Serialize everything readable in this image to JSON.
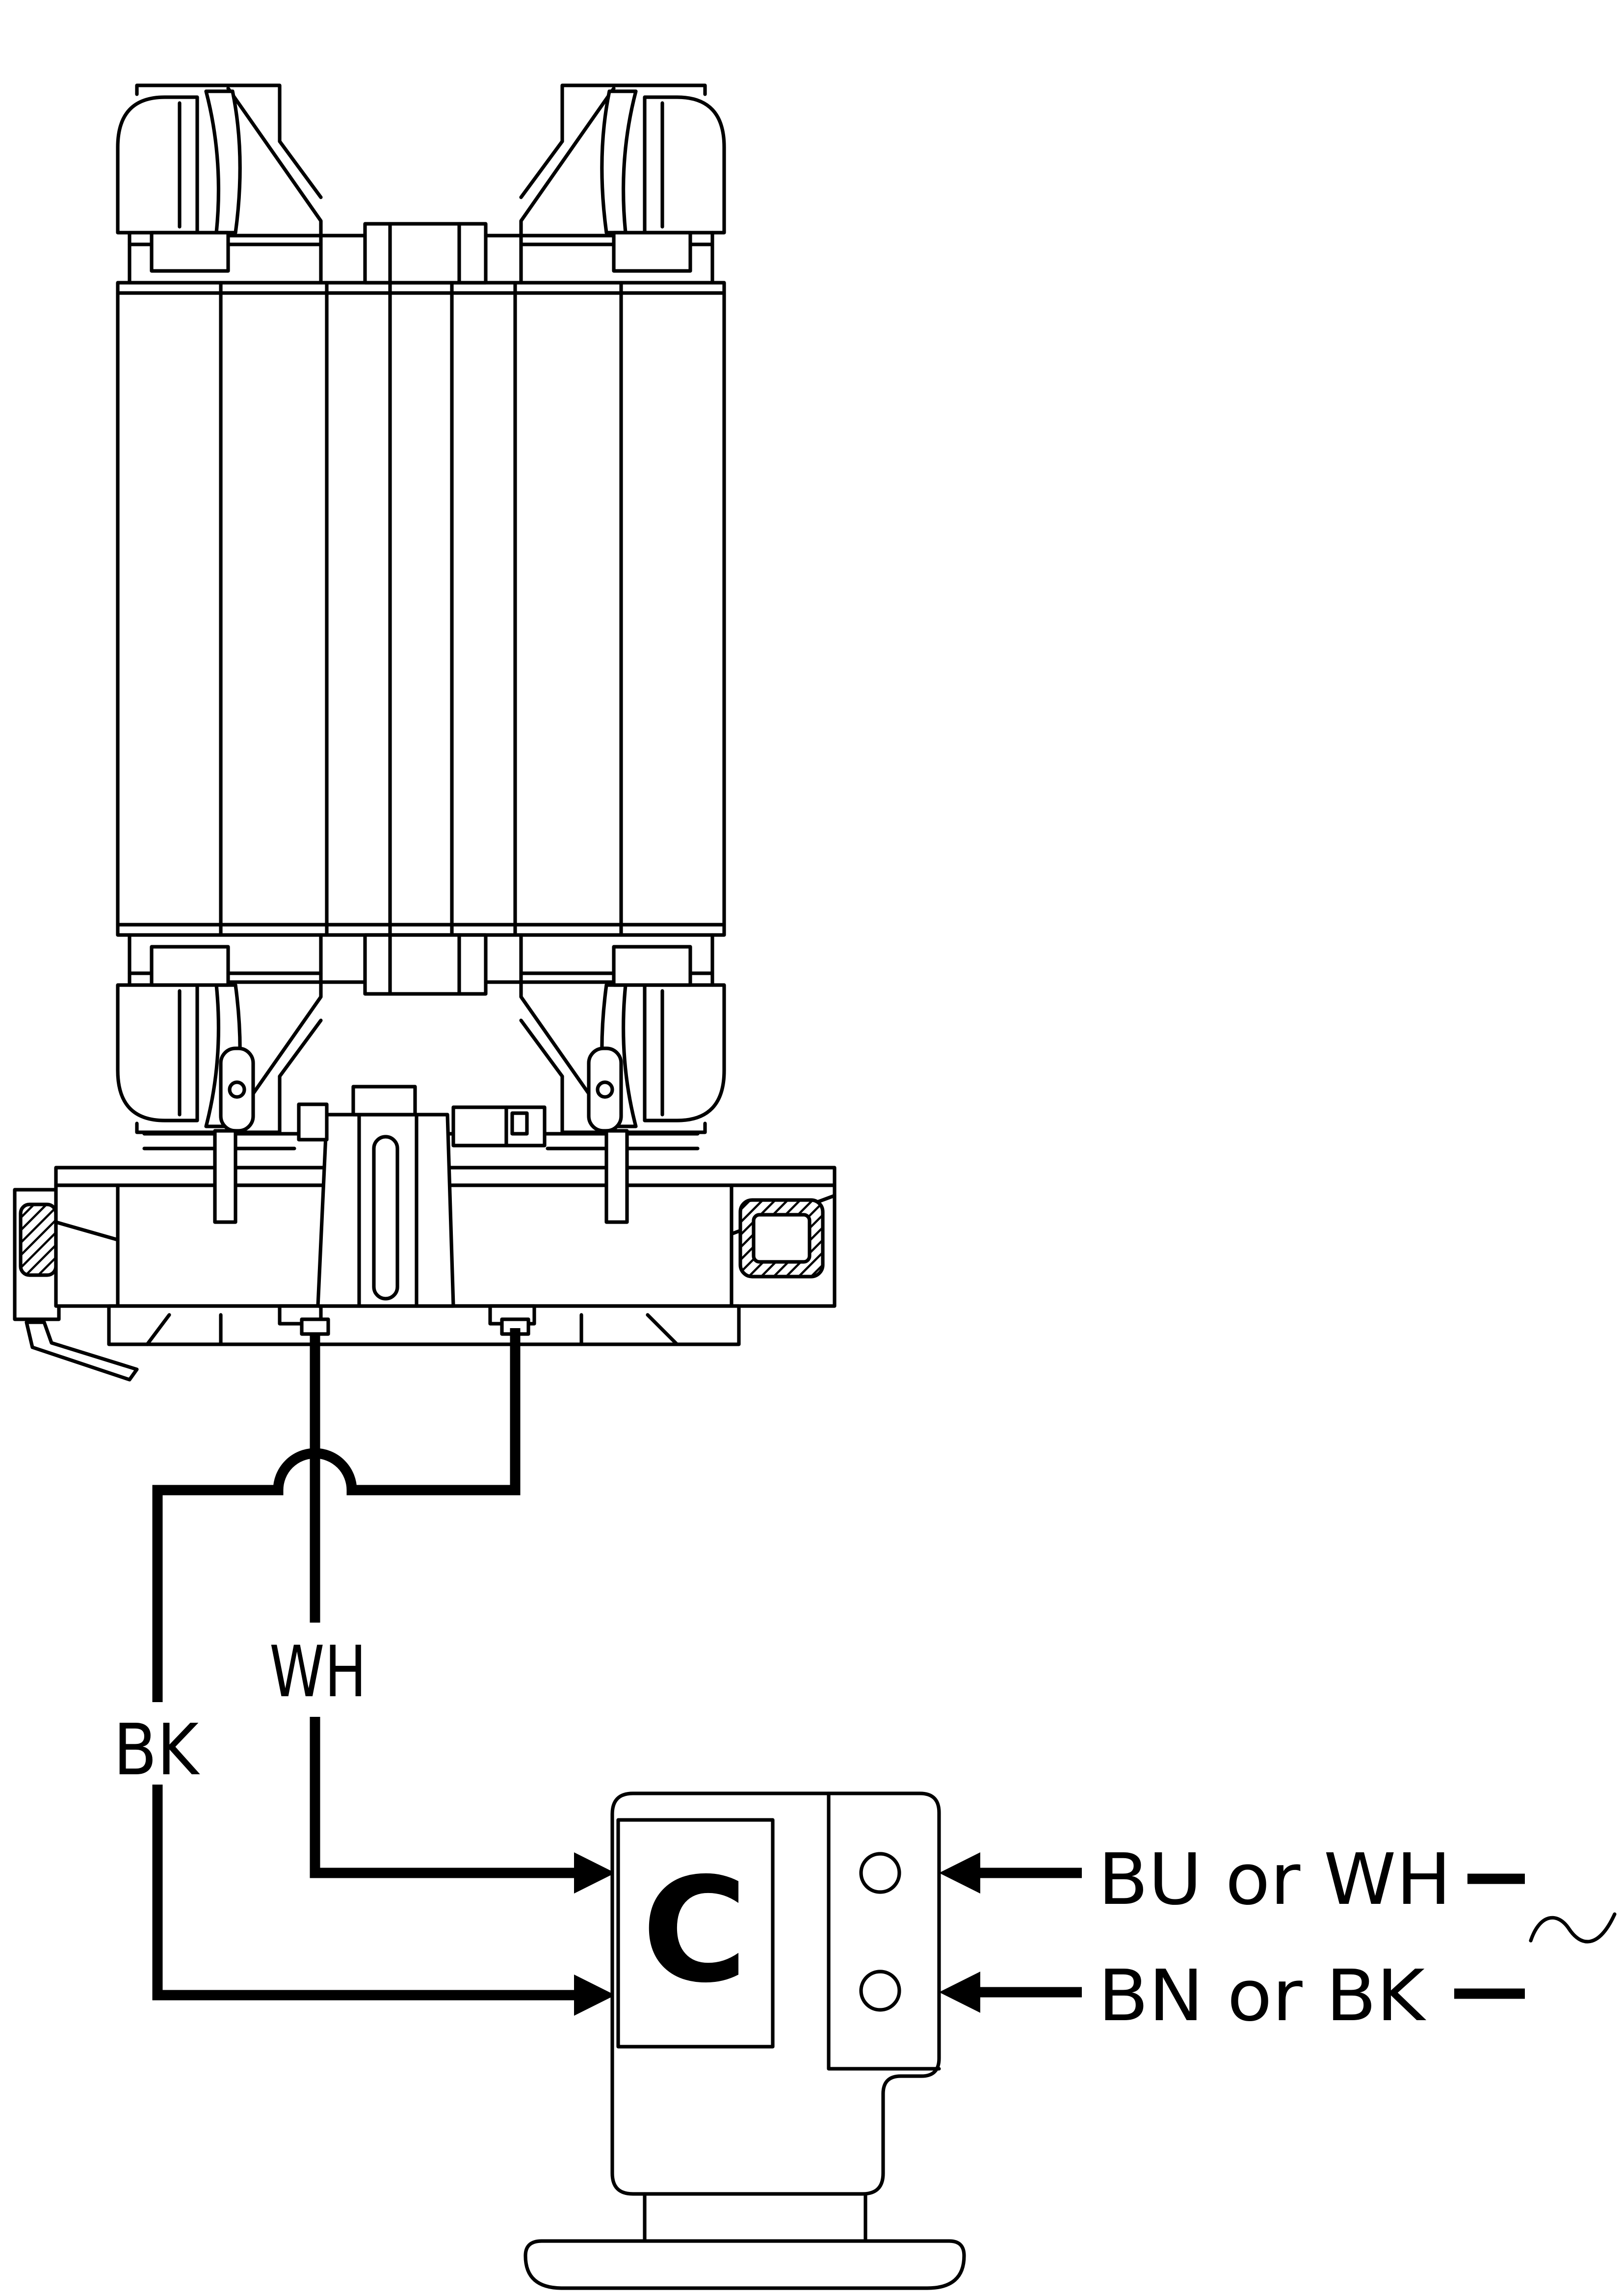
{
  "wires": {
    "wh_label": "WH",
    "bk_label": "BK"
  },
  "connector": {
    "label": "C"
  },
  "supply": {
    "line_1_label": "BU or WH",
    "line_2_label": "BN or BK",
    "symbol": "ac-sine-wave-icon"
  }
}
